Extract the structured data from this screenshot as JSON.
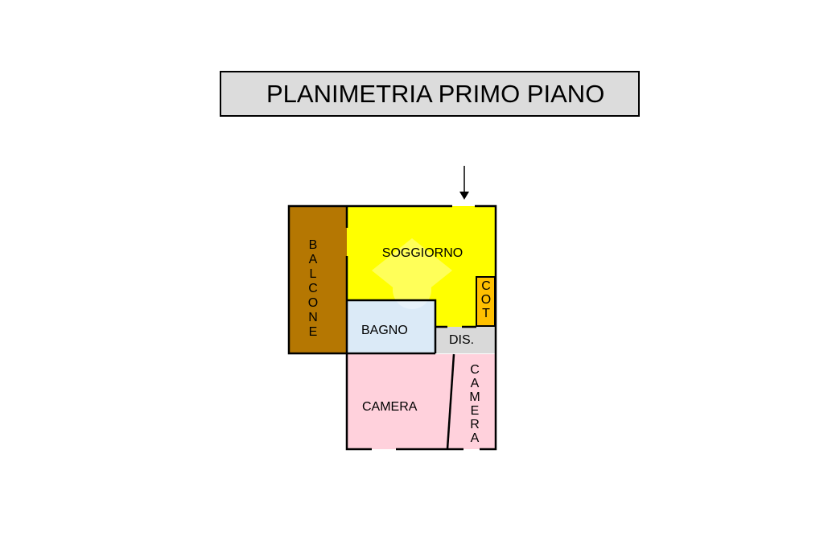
{
  "title": "PLANIMETRIA PRIMO PIANO",
  "colors": {
    "balcone": "#b57702",
    "soggiorno": "#ffff00",
    "bagno": "#dbeaf7",
    "camera": "#ffd1dc",
    "disimpegno": "#d9d9d9",
    "cot": "#ffc000",
    "walls": "#000000",
    "title_bg": "#dcdcdc"
  },
  "rooms": {
    "balcone": "BALCONE",
    "soggiorno": "SOGGIORNO",
    "cot": "COT",
    "bagno": "BAGNO",
    "dis": "DIS.",
    "camera": "CAMERA",
    "camera2": "CAMERA"
  },
  "entrance_icon": "arrow-down-icon"
}
